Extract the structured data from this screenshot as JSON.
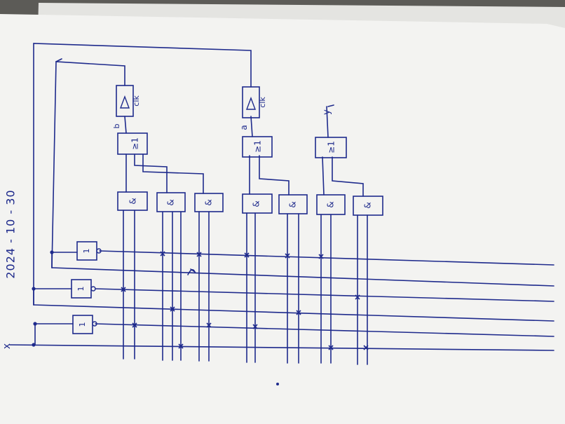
{
  "date": "2024 - 10 - 30",
  "input_label": "x",
  "flipflops": [
    {
      "name": "b",
      "clock": "clk"
    },
    {
      "name": "a",
      "clock": "clk"
    }
  ],
  "output_label": "y",
  "or_symbol": "≥1",
  "and_symbol": "&",
  "not_symbol": "1",
  "colors": {
    "ink": "#1e2a8c",
    "paper": "#f3f3f1",
    "background": "#5c5b57"
  }
}
